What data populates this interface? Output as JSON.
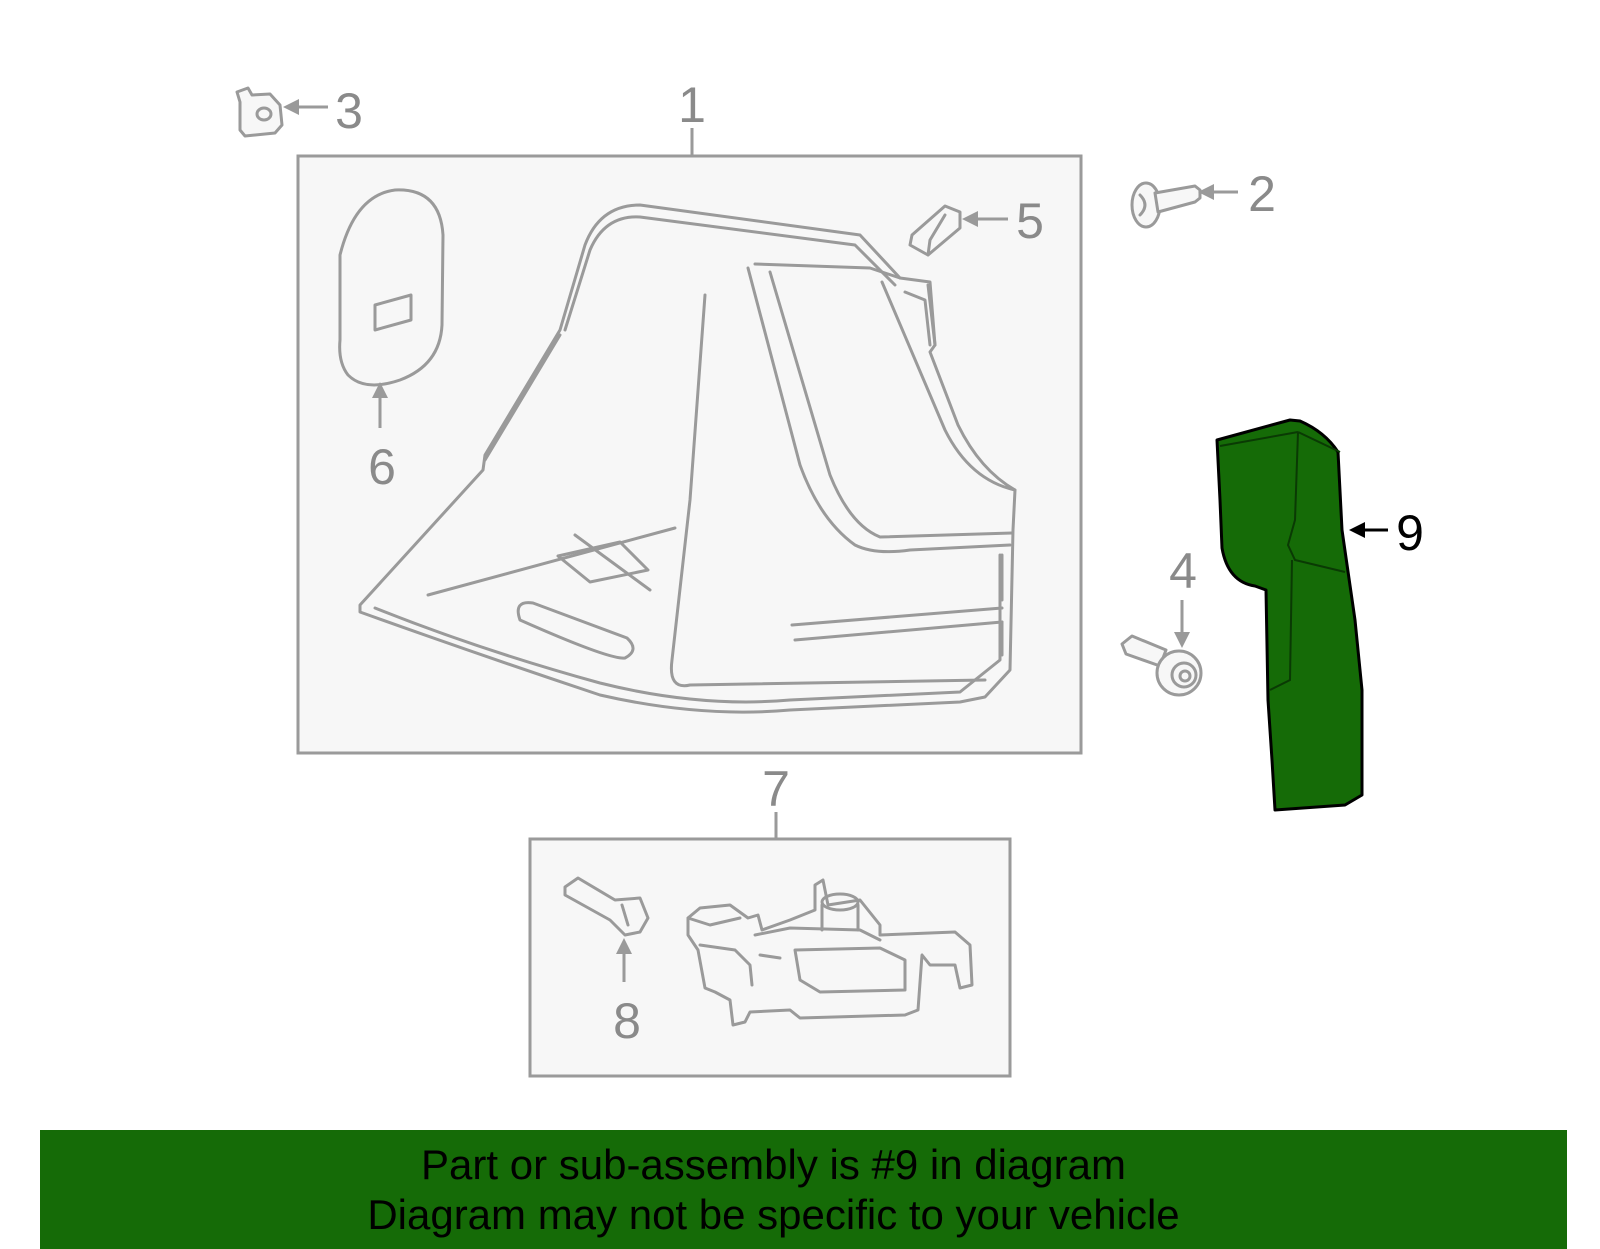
{
  "diagram": {
    "callouts": {
      "c1": "1",
      "c2": "2",
      "c3": "3",
      "c4": "4",
      "c5": "5",
      "c6": "6",
      "c7": "7",
      "c8": "8",
      "c9": "9"
    },
    "highlighted_part": "9",
    "highlight_color": "#156b07",
    "outline_color": "#9a9a9a"
  },
  "banner": {
    "line1": "Part or sub-assembly is #9 in diagram",
    "line2": "Diagram may not be specific to your vehicle",
    "background": "#156b07"
  }
}
